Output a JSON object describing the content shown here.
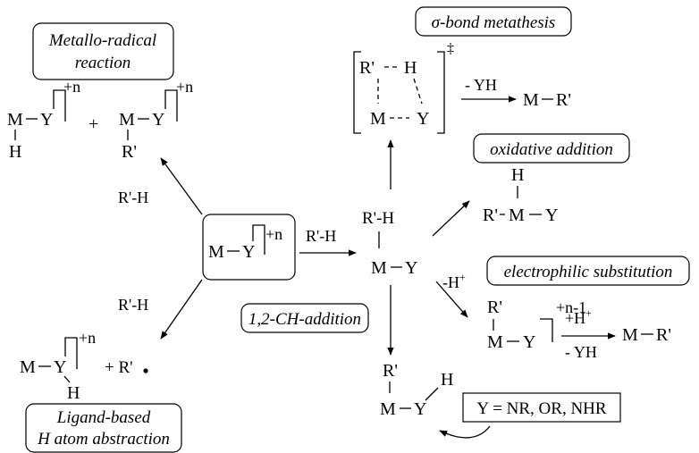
{
  "labels": {
    "metallo_radical": [
      "Metallo-radical",
      "reaction"
    ],
    "sigma_bond": "σ-bond metathesis",
    "oxidative_addition": "oxidative addition",
    "electrophilic_substitution": "electrophilic substitution",
    "ch_addition": "1,2-CH-addition",
    "ligand_based": [
      "Ligand-based",
      "H atom abstraction"
    ],
    "y_definition": "Y = NR, OR, NHR"
  },
  "reagents": {
    "rh": "R'-H",
    "minus_yh": "- YH",
    "minus_h_plus": "-H",
    "plus_h_plus": "+H",
    "plus_radical": "+ R'"
  },
  "atoms": {
    "M": "M",
    "Y": "Y",
    "H": "H",
    "R": "R'",
    "charge_n": "+n",
    "charge_n1": "+n-1",
    "plus": "+",
    "dagger": "‡"
  }
}
